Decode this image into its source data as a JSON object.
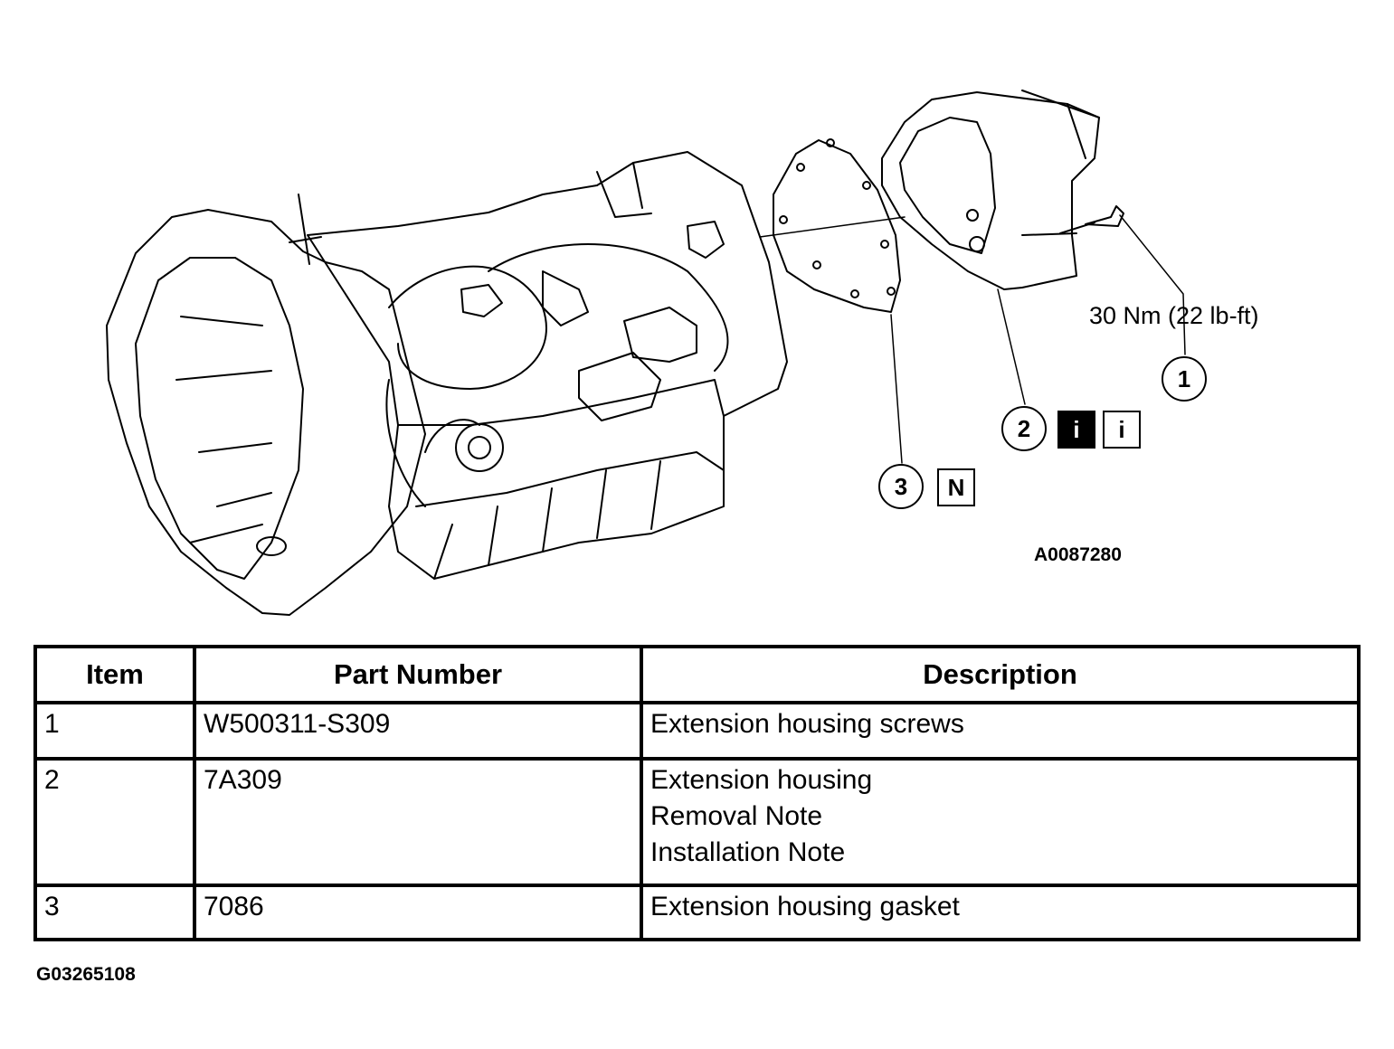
{
  "illustration": {
    "torque_spec": "30 Nm (22 lb-ft)",
    "figure_code": "A0087280",
    "callouts": [
      {
        "number": "1",
        "notes": []
      },
      {
        "number": "2",
        "notes": [
          {
            "symbol": "i",
            "style": "filled"
          },
          {
            "symbol": "i",
            "style": "outline"
          }
        ]
      },
      {
        "number": "3",
        "notes": [
          {
            "symbol": "N",
            "style": "outline"
          }
        ]
      }
    ]
  },
  "table": {
    "headers": {
      "item": "Item",
      "part_number": "Part Number",
      "description": "Description"
    },
    "rows": [
      {
        "item": "1",
        "part_number": "W500311-S309",
        "description": [
          "Extension housing screws"
        ]
      },
      {
        "item": "2",
        "part_number": "7A309",
        "description": [
          "Extension housing",
          "Removal Note",
          "Installation Note"
        ]
      },
      {
        "item": "3",
        "part_number": "7086",
        "description": [
          "Extension housing gasket"
        ]
      }
    ]
  },
  "footer_code": "G03265108"
}
